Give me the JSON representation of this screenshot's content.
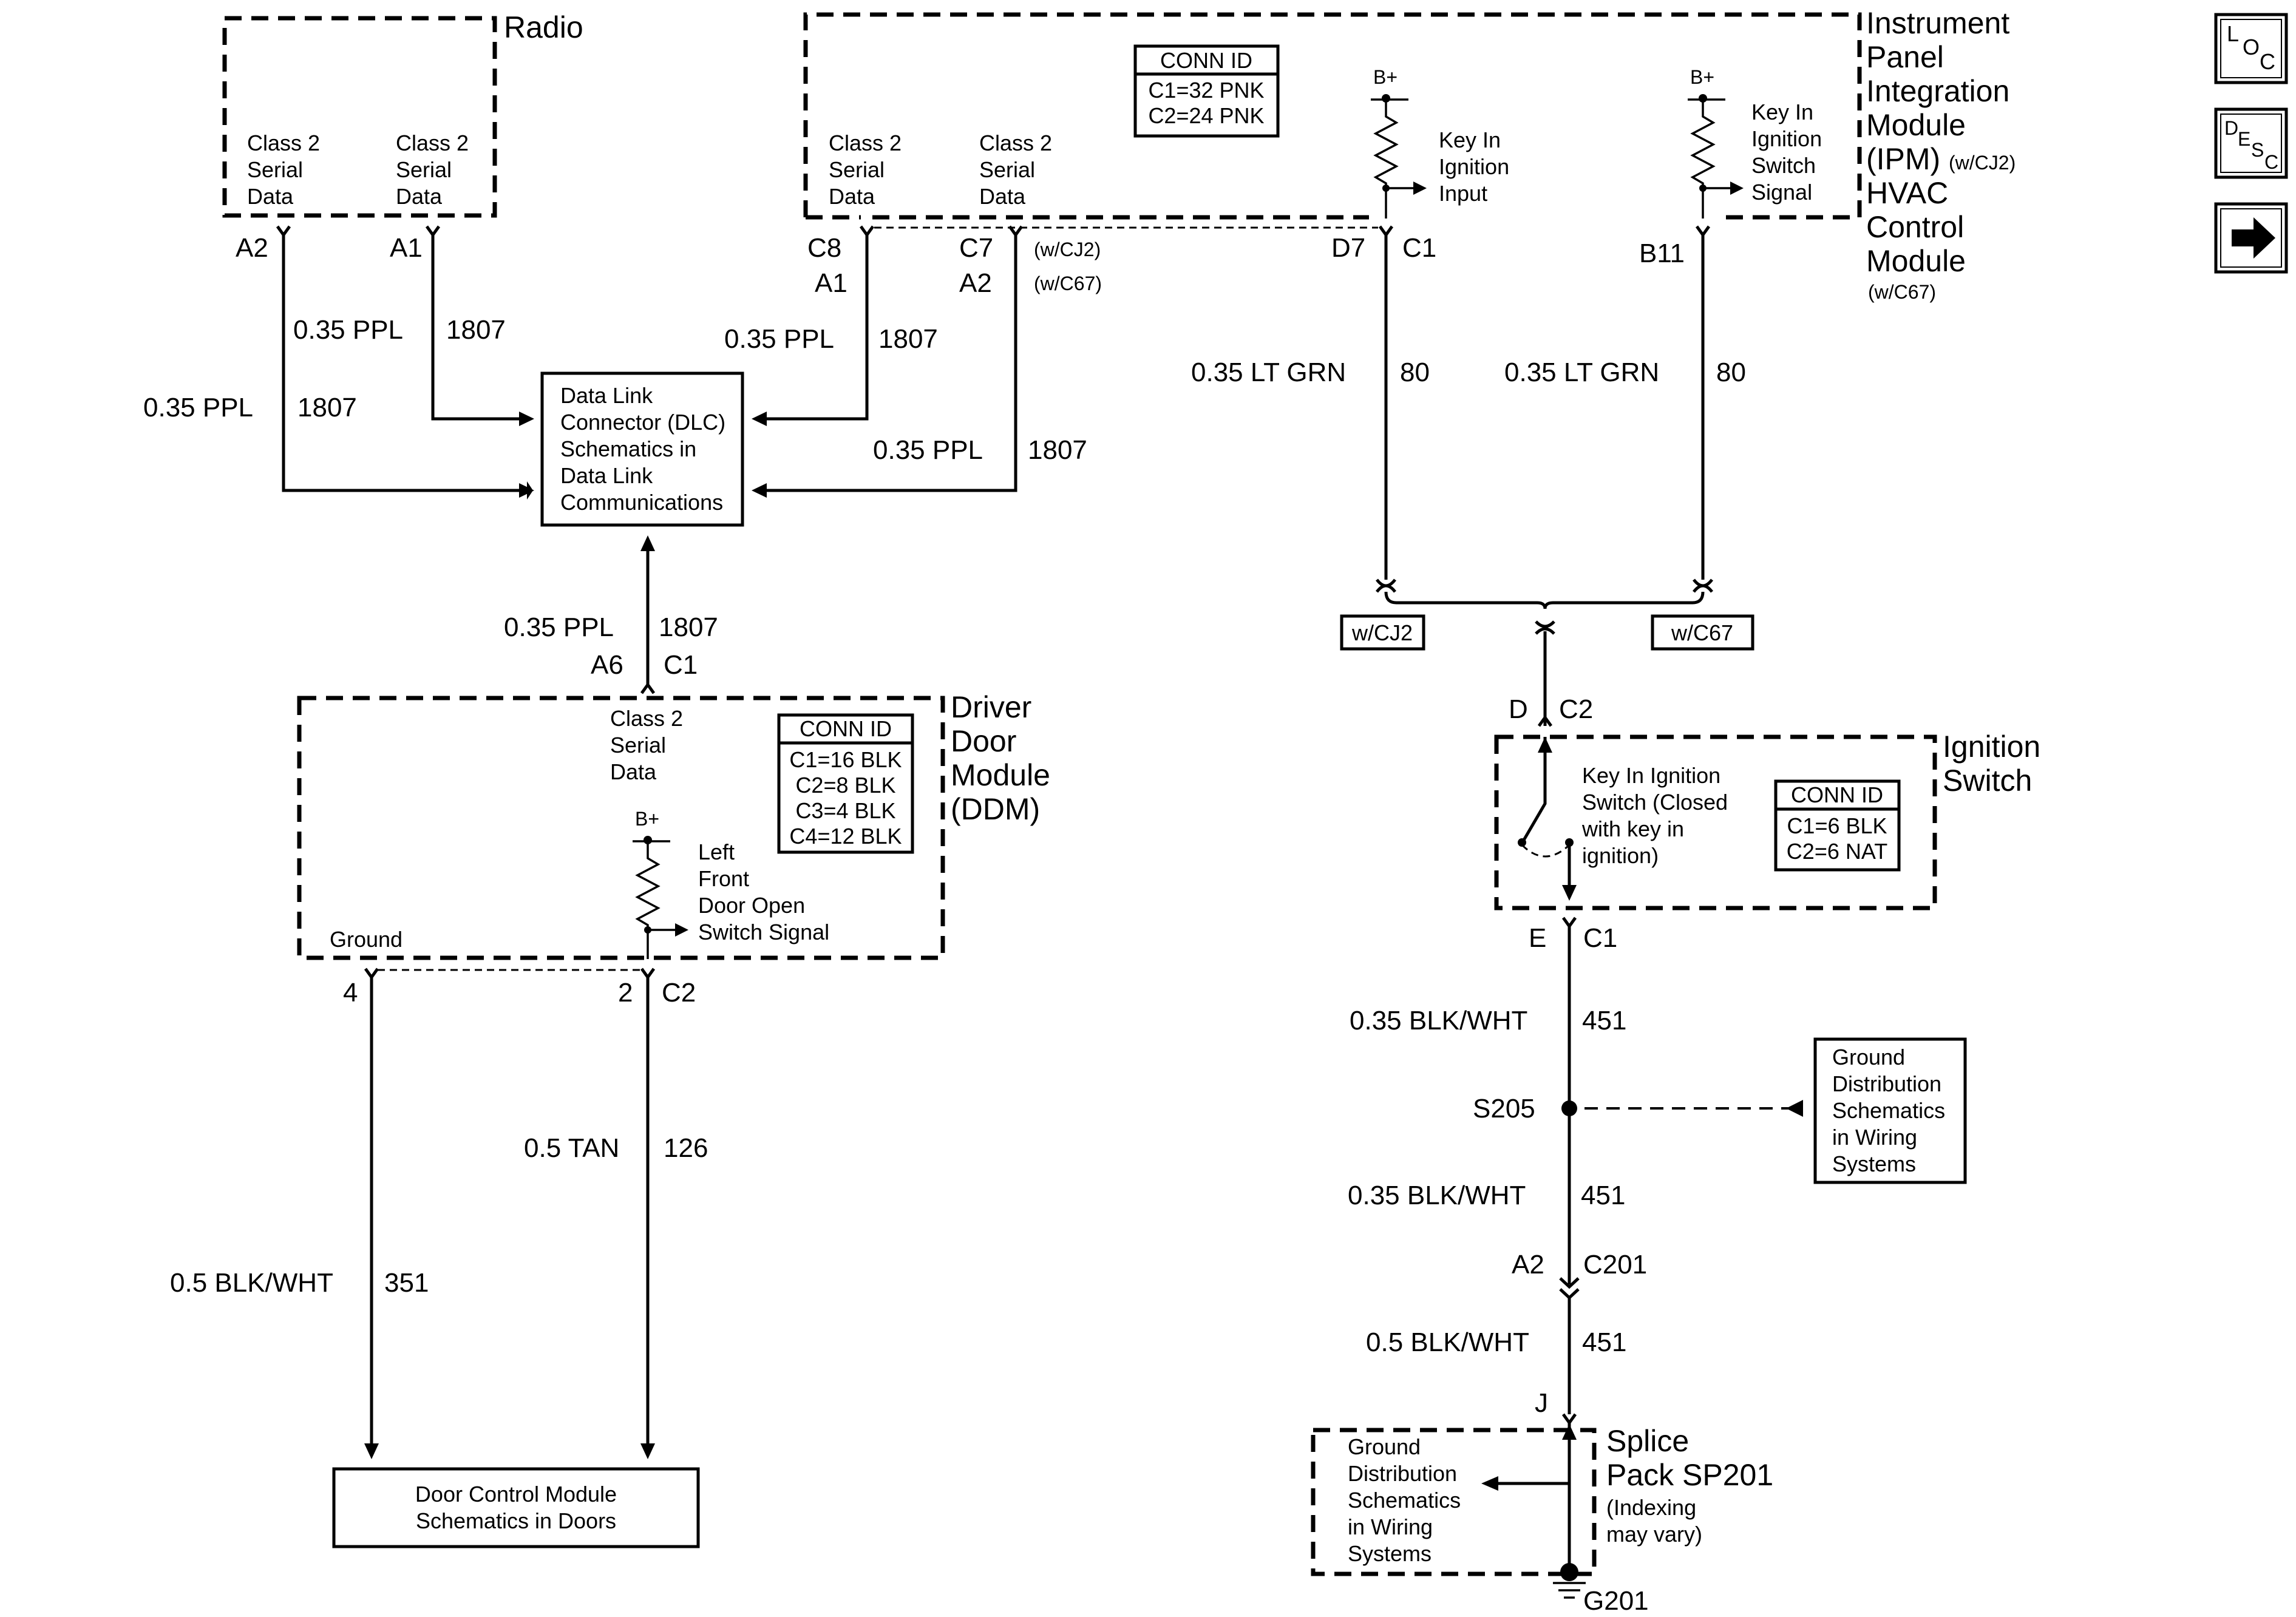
{
  "radio": {
    "title": "Radio",
    "pin_left_label": [
      "Class 2",
      "Serial",
      "Data"
    ],
    "pin_right_label": [
      "Class 2",
      "Serial",
      "Data"
    ],
    "pin_left": "A2",
    "pin_right": "A1"
  },
  "ipm": {
    "title": [
      "Instrument",
      "Panel",
      "Integration",
      "Module"
    ],
    "title_ipm": "(IPM)",
    "title_ipm_note": "(w/CJ2)",
    "hvac_title": [
      "HVAC",
      "Control",
      "Module"
    ],
    "hvac_note": "(w/C67)",
    "conn_id_title": "CONN ID",
    "conn_id_lines": [
      "C1=32 PNK",
      "C2=24 PNK"
    ],
    "class2_left": [
      "Class 2",
      "Serial",
      "Data"
    ],
    "class2_right": [
      "Class 2",
      "Serial",
      "Data"
    ],
    "key_in_input": [
      "Key In",
      "Ignition",
      "Input"
    ],
    "key_in_switch": [
      "Key In",
      "Ignition",
      "Switch",
      "Signal"
    ],
    "bplus": "B+",
    "pins": {
      "c8": "C8",
      "a1": "A1",
      "c7": "C7",
      "a2": "A2",
      "note_cj2": "(w/CJ2)",
      "note_c67": "(w/C67)",
      "d7": "D7",
      "c1": "C1",
      "b11": "B11"
    }
  },
  "dlc": {
    "lines": [
      "Data Link",
      "Connector (DLC)",
      "Schematics in",
      "Data Link",
      "Communications"
    ]
  },
  "wires": {
    "radio_a2_gauge": "0.35 PPL",
    "radio_a2_circuit": "1807",
    "radio_a1_gauge": "0.35 PPL",
    "radio_a1_circuit": "1807",
    "ipm_c8_gauge": "0.35 PPL",
    "ipm_c8_circuit": "1807",
    "ipm_c7_gauge": "0.35 PPL",
    "ipm_c7_circuit": "1807",
    "ddm_up_gauge": "0.35 PPL",
    "ddm_up_circuit": "1807",
    "d7_gauge": "0.35 LT GRN",
    "d7_circuit": "80",
    "b11_gauge": "0.35 LT GRN",
    "b11_circuit": "80",
    "ign_out_gauge": "0.35 BLK/WHT",
    "ign_out_circuit": "451",
    "s205_out_gauge": "0.35 BLK/WHT",
    "s205_out_circuit": "451",
    "c201_out_gauge": "0.5 BLK/WHT",
    "c201_out_circuit": "451",
    "ddm_pin2_gauge": "0.5 TAN",
    "ddm_pin2_circuit": "126",
    "ddm_pin4_gauge": "0.5 BLK/WHT",
    "ddm_pin4_circuit": "351"
  },
  "ddm": {
    "title": [
      "Driver",
      "Door",
      "Module",
      "(DDM)"
    ],
    "pin_top": "A6",
    "conn_top": "C1",
    "class2": [
      "Class 2",
      "Serial",
      "Data"
    ],
    "conn_id_title": "CONN ID",
    "conn_id_lines": [
      "C1=16 BLK",
      "C2=8 BLK",
      "C3=4 BLK",
      "C4=12 BLK"
    ],
    "bplus": "B+",
    "door_switch": [
      "Left",
      "Front",
      "Door Open",
      "Switch Signal"
    ],
    "ground": "Ground",
    "pin_4": "4",
    "pin_2": "2",
    "conn_bottom": "C2"
  },
  "door_control": {
    "lines": [
      "Door Control Module",
      "Schematics in Doors"
    ]
  },
  "option_tags": {
    "cj2": "w/CJ2",
    "c67": "w/C67"
  },
  "ignition_switch": {
    "title": [
      "Ignition",
      "Switch"
    ],
    "pin_top": "D",
    "conn_top": "C2",
    "pin_bottom": "E",
    "conn_bottom": "C1",
    "desc": [
      "Key In Ignition",
      "Switch (Closed",
      "with key in",
      "ignition)"
    ],
    "conn_id_title": "CONN ID",
    "conn_id_lines": [
      "C1=6 BLK",
      "C2=6 NAT"
    ]
  },
  "s205": {
    "label": "S205"
  },
  "ground_dist_right": {
    "lines": [
      "Ground",
      "Distribution",
      "Schematics",
      "in Wiring",
      "Systems"
    ]
  },
  "c201": {
    "pin": "A2",
    "conn": "C201"
  },
  "splice_pack": {
    "pin": "J",
    "title": [
      "Splice",
      "Pack SP201"
    ],
    "note": [
      "(Indexing",
      "may vary)"
    ]
  },
  "ground_dist_bottom": {
    "lines": [
      "Ground",
      "Distribution",
      "Schematics",
      "in Wiring",
      "Systems"
    ]
  },
  "g201": {
    "label": "G201"
  },
  "nav": {
    "loc": [
      "L",
      "O",
      "C"
    ],
    "desc": [
      "D",
      "E",
      "S",
      "C"
    ],
    "next_icon": "right-arrow-icon"
  }
}
